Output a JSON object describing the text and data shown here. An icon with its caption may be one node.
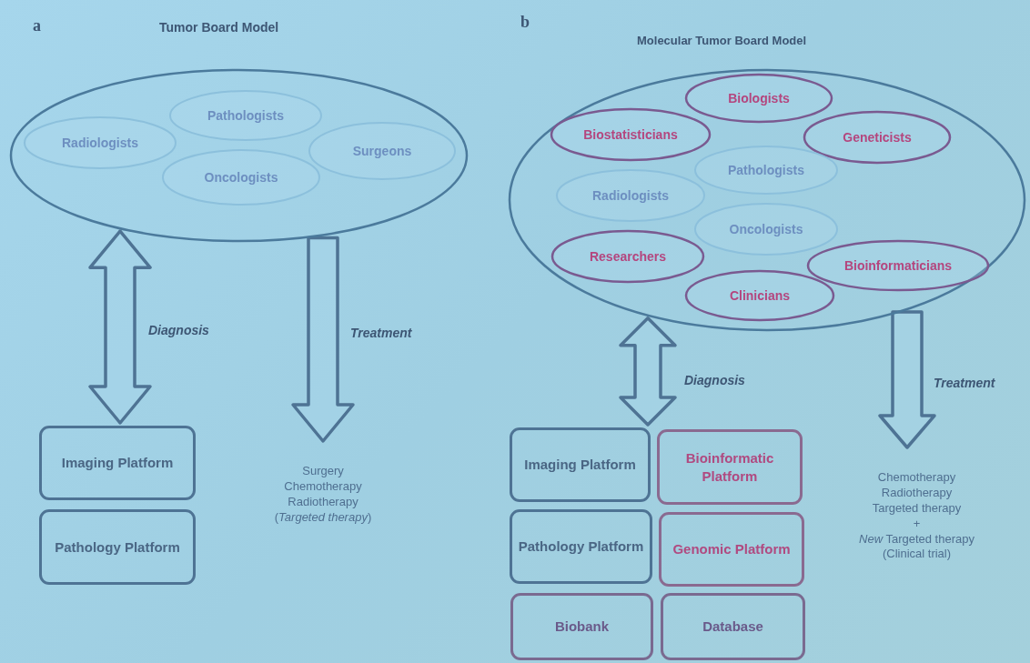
{
  "diagram": {
    "nodes": [
      {
        "text": [],
        "shape": "ellipse"
      },
      {
        "text": [
          "Radiologists"
        ],
        "in": 0
      },
      {
        "text": [
          "Pathologists"
        ],
        "in": 0
      },
      {
        "text": [
          "Surgeons"
        ],
        "in": 0
      },
      {
        "text": [
          "Oncologists"
        ],
        "in": 0
      },
      {
        "text": [
          "Imaging Platform"
        ]
      },
      {
        "text": [
          "Pathology Platform"
        ]
      },
      {
        "text": [
          "Surgery",
          "Chemotherapy",
          "Radiotherapy",
          "(*Targeted therapy*)"
        ]
      },
      {
        "text": [],
        "shape": "ellipse"
      },
      {
        "text": [
          "Biologists"
        ],
        "in": 8
      },
      {
        "text": [
          "Biostatisticians"
        ],
        "in": 8
      },
      {
        "text": [
          "Geneticists"
        ],
        "in": 8
      },
      {
        "text": [
          "Pathologists"
        ],
        "in": 8
      },
      {
        "text": [
          "Radiologists"
        ],
        "in": 8
      },
      {
        "text": [
          "Oncologists"
        ],
        "in": 8
      },
      {
        "text": [
          "Researchers"
        ],
        "in": 8
      },
      {
        "text": [
          "Bioinformaticians"
        ],
        "in": 8
      },
      {
        "text": [
          "Clinicians"
        ],
        "in": 8
      },
      {
        "text": [
          "Imaging Platform"
        ]
      },
      {
        "text": [
          "Bioinformatic Platform"
        ]
      },
      {
        "text": [
          "Pathology Platform"
        ]
      },
      {
        "text": [
          "Genomic Platform"
        ]
      },
      {
        "text": [
          "Biobank"
        ]
      },
      {
        "text": [
          "Database"
        ]
      },
      {
        "text": [
          "Chemotherapy",
          "Radiotherapy",
          "Targeted therapy",
          "+",
          "*New* Targeted therapy",
          "(Clinical trial)"
        ]
      }
    ],
    "edges": [
      {
        "from": 0,
        "to": 5,
        "arrow": "both",
        "label": "Diagnosis"
      },
      {
        "from": 0,
        "to": 7,
        "arrow": "to",
        "label": "Treatment"
      },
      {
        "from": 8,
        "to": 18,
        "arrow": "both",
        "label": "Diagnosis"
      },
      {
        "from": 8,
        "to": 24,
        "arrow": "to",
        "label": "Treatment"
      }
    ],
    "labels": [
      "a",
      "Tumor Board Model",
      "b",
      "Molecular Tumor Board Model"
    ]
  }
}
